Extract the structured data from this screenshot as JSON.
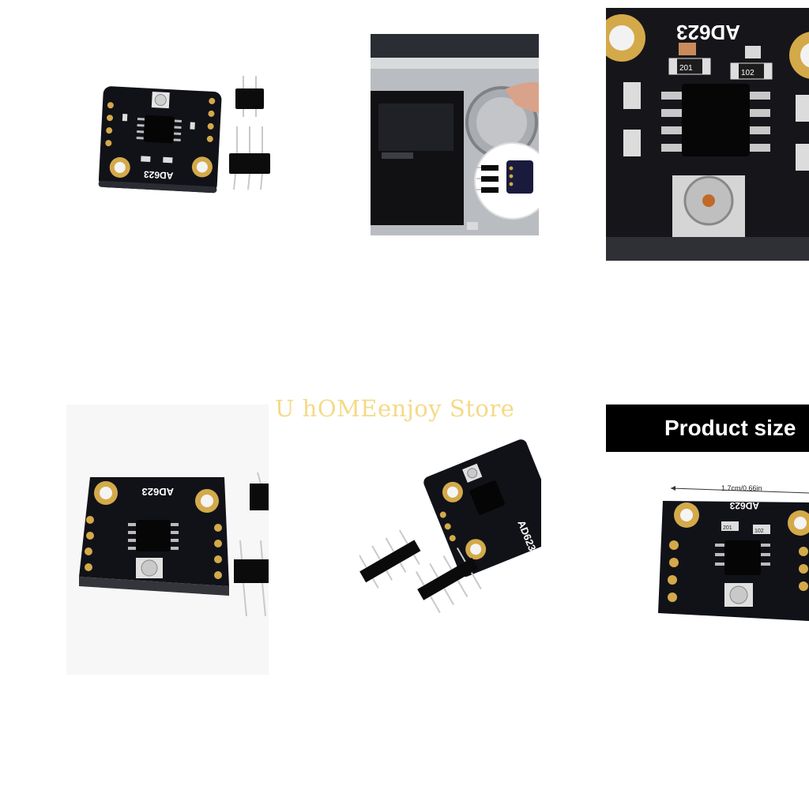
{
  "gallery": {
    "watermark": "U hOMEenjoy Store",
    "board_label": "AD623",
    "resistor_codes": [
      "201",
      "102"
    ],
    "size_banner": "Product size",
    "dimension_label": "1.7cm/0.66in"
  },
  "colors": {
    "pcb": "#111218",
    "pad_gold": "#d4a94a",
    "background": "#ffffff",
    "banner": "#000000",
    "watermark": "#f3d67a"
  }
}
